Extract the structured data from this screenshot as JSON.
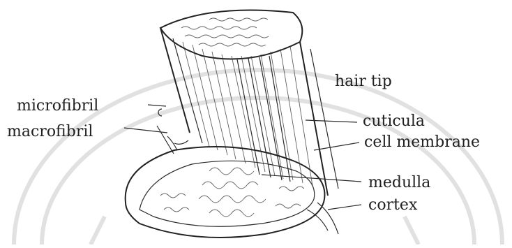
{
  "diagram": {
    "labels": {
      "hair_tip": "hair tip",
      "microfibril": "microfibril",
      "macrofibril": "macrofibril",
      "cuticula": "cuticula",
      "cell_membrane": "cell membrane",
      "medulla": "medulla",
      "cortex": "cortex"
    }
  },
  "colors": {
    "ink": "#222222",
    "background": "#ffffff",
    "watermark": "#c9c9c9"
  }
}
